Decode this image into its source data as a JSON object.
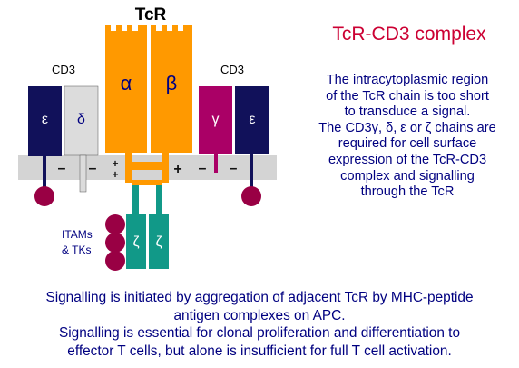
{
  "title": "TcR-CD3 complex",
  "labels": {
    "tcr": "TcR",
    "cd3_left": "CD3",
    "cd3_right": "CD3",
    "itams": "ITAMs",
    "tks": "& TKs"
  },
  "chains": {
    "alpha": "α",
    "beta": "β",
    "epsilon_left": "ε",
    "delta": "δ",
    "gamma": "γ",
    "epsilon_right": "ε",
    "zeta_left": "ζ",
    "zeta_right": "ζ"
  },
  "charges": {
    "epsilon_left": "–",
    "delta": "–",
    "alpha_1": "+",
    "alpha_2": "+",
    "beta": "+",
    "gamma": "–",
    "epsilon_right": "–"
  },
  "explanation": [
    "The intracytoplasmic region",
    "of the TcR chain is too short",
    "to transduce a signal.",
    "The CD3γ, δ, ε or ζ chains are",
    "required for cell surface",
    "expression of the TcR-CD3",
    "complex and signalling",
    "through the TcR"
  ],
  "caption": [
    "Signalling is initiated by aggregation of adjacent TcR by MHC-peptide",
    "antigen complexes on APC.",
    "Signalling is essential for clonal proliferation and differentiation to",
    "effector T cells, but alone is insufficient for full T cell activation."
  ],
  "colors": {
    "title": "#cc0033",
    "text": "#000080",
    "membrane": "#d4d4d4",
    "tcr_chain": "#ff9900",
    "epsilon": "#11115a",
    "delta": "#dcdcdc",
    "gamma": "#aa0066",
    "zeta": "#119988",
    "itam_ball": "#990044",
    "knob": "#990044"
  }
}
